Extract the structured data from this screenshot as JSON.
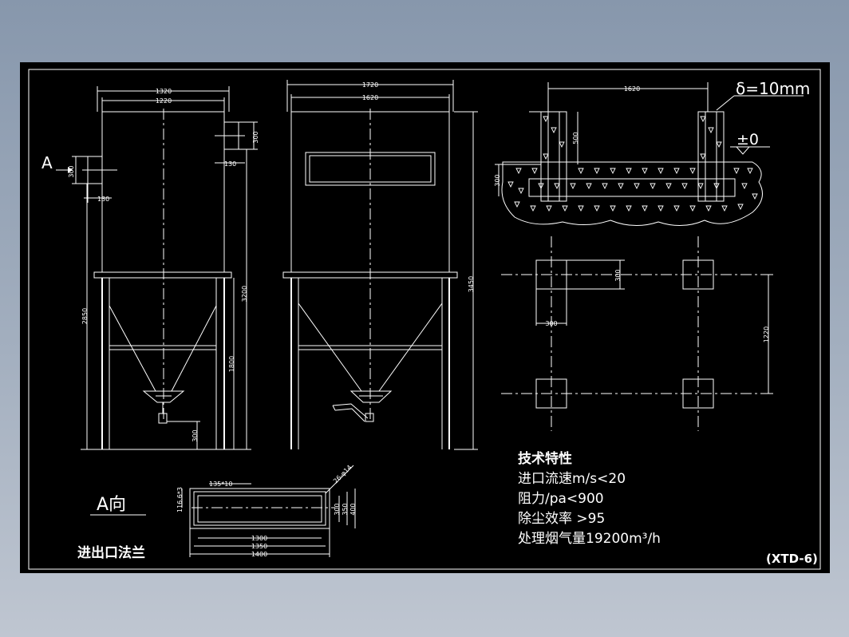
{
  "front_view": {
    "dims": {
      "outer_width": "1320",
      "inner_width": "1220",
      "inlet_height": "300",
      "inlet_offset": "130",
      "outlet_height": "300",
      "outlet_offset": "130",
      "total_height": "3200",
      "leg_height": "2850",
      "hopper_height": "1800",
      "bottom_outlet": "300"
    },
    "view_marker": "A"
  },
  "side_view": {
    "dims": {
      "outer_width": "1720",
      "inner_width": "1620",
      "total_height": "3450"
    }
  },
  "foundation": {
    "thickness_label": "δ=10mm",
    "level_label": "±0",
    "dims": {
      "span": "1620",
      "embed_depth": "500",
      "slab_depth": "300"
    }
  },
  "plan": {
    "dims": {
      "pad_size_v": "300",
      "pad_size_h": "300",
      "pad_spacing": "1220"
    }
  },
  "flange": {
    "view_title": "A向",
    "caption": "进出口法兰",
    "dims": {
      "bolt_pitch": "135*10",
      "side_pitch": "116.6*3",
      "hole_spec": "26-φ14",
      "inner_len": "1300",
      "bolt_len": "1350",
      "outer_len": "1400",
      "inner_h": "300",
      "bolt_h": "350",
      "outer_h": "400"
    }
  },
  "specs": {
    "title": "技术特性",
    "lines": [
      "进口流速m/s<20",
      "阻力/pa<900",
      "除尘效率 >95",
      "处理烟气量19200m³/h"
    ]
  },
  "drawing_code": "(XTD-6)"
}
